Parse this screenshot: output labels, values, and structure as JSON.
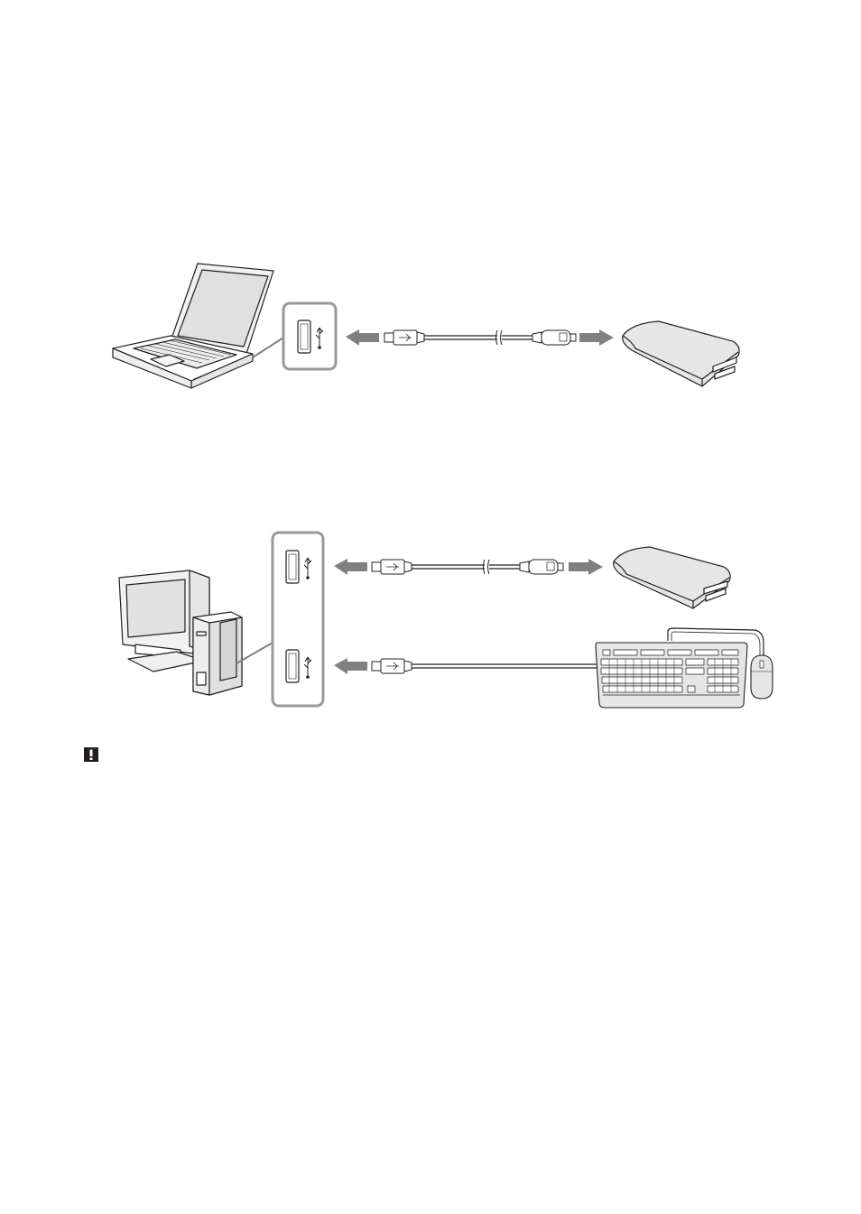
{
  "page": {
    "background": "#ffffff",
    "line_color": "#231f20",
    "arrow_color": "#808080",
    "device_fill": "#e6e6e6",
    "port_frame_color": "#999999"
  },
  "figures": [
    {
      "id": "laptop-connection",
      "computer": "laptop-icon",
      "ports": [
        "usb-port-icon"
      ],
      "cables": [
        {
          "from": "usb-a-plug",
          "to": "usb-mini-b-plug",
          "device": "card-reader-icon",
          "broken_cable": true
        }
      ]
    },
    {
      "id": "desktop-connection",
      "computer": "desktop-computer-icon",
      "ports": [
        "usb-port-icon",
        "usb-port-icon"
      ],
      "cables": [
        {
          "from": "usb-a-plug",
          "to": "usb-mini-b-plug",
          "device": "card-reader-icon",
          "broken_cable": true
        },
        {
          "from": "usb-a-plug",
          "to": "keyboard",
          "device": "keyboard-mouse-icon",
          "broken_cable": false
        }
      ]
    }
  ],
  "note_icon": "caution-icon"
}
